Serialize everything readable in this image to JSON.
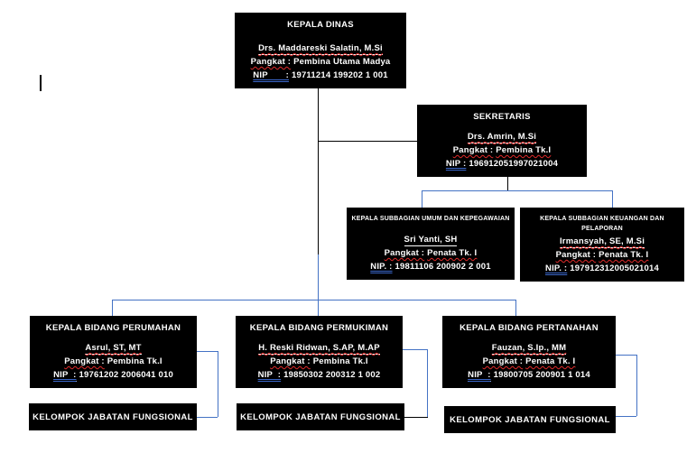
{
  "window": {
    "background": "#ffffff"
  },
  "colors": {
    "box_background": "#000000",
    "box_text": "#ffffff",
    "connector_black": "#000000",
    "connector_blue": "#4472c4",
    "spellcheck_underline_red": "#e02b2b",
    "grammar_underline_blue": "#3a66c9"
  },
  "org": {
    "kepala_dinas": {
      "title": "KEPALA DINAS",
      "name": "Drs. Maddareski Salatin, M.Si",
      "pangkat_label": "Pangkat :",
      "pangkat_value": "Pembina Utama Madya",
      "nip_label": "NIP       :",
      "nip_value": "19711214 199202 1 001"
    },
    "sekretaris": {
      "title": "SEKRETARIS",
      "name": "Drs. Amrin, M.Si",
      "pangkat_label": "Pangkat :",
      "pangkat_value": "Pembina Tk.I",
      "nip_label": "NIP :",
      "nip_value": "196912051997021004"
    },
    "subbag_umum": {
      "title": "KEPALA SUBBAGIAN UMUM DAN KEPEGAWAIAN",
      "name": "Sri Yanti, SH",
      "pangkat_label": "Pangkat :",
      "pangkat_value": "Penata Tk. I",
      "nip_label": "NIP. :",
      "nip_value": "19811106 200902 2 001"
    },
    "subbag_keuangan": {
      "title": "KEPALA SUBBAGIAN KEUANGAN DAN PELAPORAN",
      "name": "Irmansyah, SE, M.Si",
      "pangkat_label": "Pangkat :",
      "pangkat_value": "Penata Tk. I",
      "nip_label": "NIP. :",
      "nip_value": "197912312005021014"
    },
    "bidang_perumahan": {
      "title": "KEPALA BIDANG PERUMAHAN",
      "name": "Asrul, ST, MT",
      "pangkat_label": "Pangkat :",
      "pangkat_value": "Pembina Tk.I",
      "nip_label": "NIP  :",
      "nip_value": "19761202 2006041 010"
    },
    "bidang_permukiman": {
      "title": "KEPALA BIDANG PERMUKIMAN",
      "name": "H. Reski Ridwan, S.AP, M.AP",
      "pangkat_label": "Pangkat :",
      "pangkat_value": "Pembina Tk.I",
      "nip_label": "NIP  :",
      "nip_value": "19850302 200312 1 002"
    },
    "bidang_pertanahan": {
      "title": "KEPALA BIDANG PERTANAHAN",
      "name": "Fauzan, S.Ip., MM",
      "pangkat_label": "Pangkat :",
      "pangkat_value": "Penata Tk. I",
      "nip_label": "NIP  :",
      "nip_value": "19800705 200901 1 014"
    },
    "kelompok": [
      {
        "label": "KELOMPOK JABATAN FUNGSIONAL"
      },
      {
        "label": "KELOMPOK JABATAN FUNGSIONAL"
      },
      {
        "label": "KELOMPOK JABATAN FUNGSIONAL"
      }
    ]
  }
}
